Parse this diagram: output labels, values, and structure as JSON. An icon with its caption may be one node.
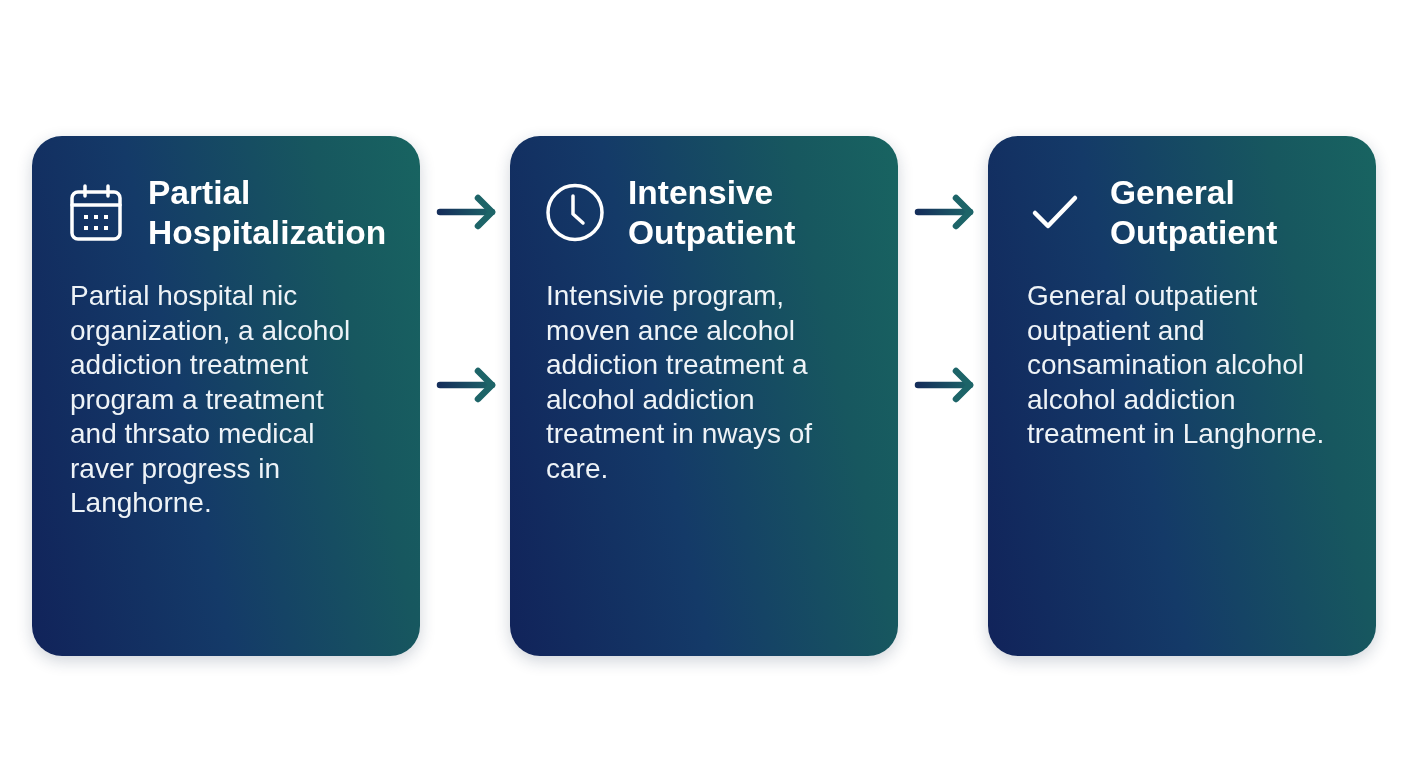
{
  "diagram": {
    "nodes": [
      {
        "text": [
          "Partial Hospitalization",
          "Partial hospital nic organization, a alcohol addiction treatment program a treatment and thrsato medical raver progress in Langhorne."
        ]
      },
      {
        "text": [
          "Intensive Outpatient",
          "Intensivie program, moven ance alcohol addiction treatment a alcohol addiction treatment in nways of care."
        ]
      },
      {
        "text": [
          "General Outpatient",
          "General outpatient outpatient and consamination alcohol alcohol addiction treatment in Langhorne."
        ]
      }
    ],
    "edges": [
      {
        "from": 0,
        "to": 1,
        "arrow": "to"
      },
      {
        "from": 0,
        "to": 1,
        "arrow": "to"
      },
      {
        "from": 1,
        "to": 2,
        "arrow": "to"
      },
      {
        "from": 1,
        "to": 2,
        "arrow": "to"
      }
    ]
  }
}
